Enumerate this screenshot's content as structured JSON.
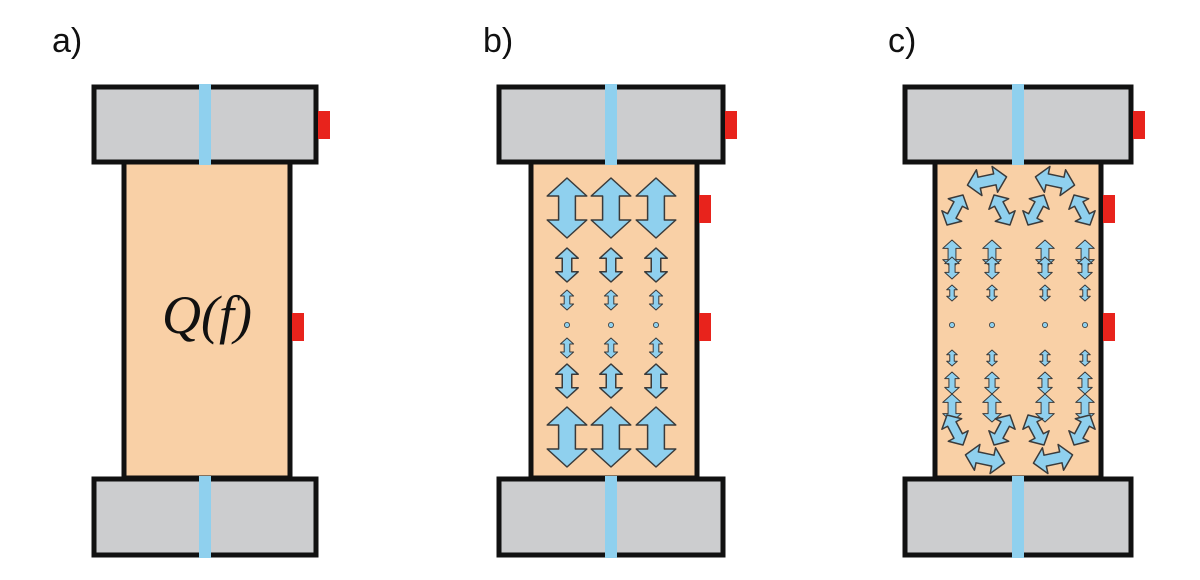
{
  "panels": [
    {
      "id": "a",
      "label": "a)",
      "formula": "Q(f)",
      "mode": "none"
    },
    {
      "id": "b",
      "label": "b)",
      "formula": "",
      "mode": "axial"
    },
    {
      "id": "c",
      "label": "c)",
      "formula": "",
      "mode": "circulation"
    }
  ],
  "colors": {
    "sample_fill": "#f9d0a6",
    "platen_fill": "#cccdcf",
    "outline": "#111111",
    "channel": "#8fd0ee",
    "sensor": "#e8231c",
    "arrow_fill": "#8fd0ee",
    "arrow_stroke": "#3a3a3a"
  }
}
